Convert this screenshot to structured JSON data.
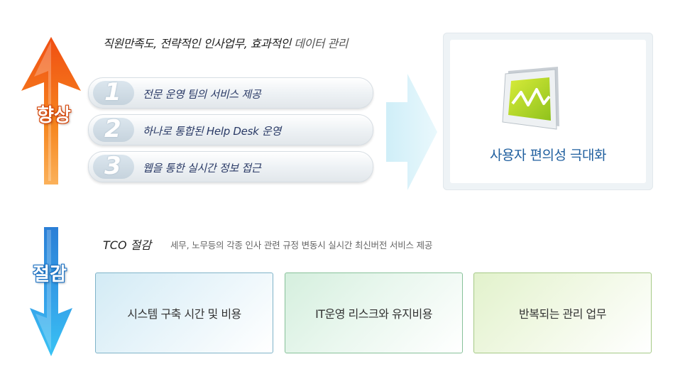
{
  "top": {
    "label": "향상",
    "heading_main": "직원만족도, 전략적인 인사업무, 효과적인",
    "heading_tail": "데이터 관리",
    "items": [
      {
        "num": "1",
        "text": "전문 운영 팀의 서비스 제공"
      },
      {
        "num": "2",
        "text": "하나로 통합된 Help Desk 운영"
      },
      {
        "num": "3",
        "text": "웹을 통한 실시간 정보 접근"
      }
    ],
    "result": "사용자 편의성 극대화"
  },
  "bottom": {
    "label": "절감",
    "heading": "TCO 절감",
    "description": "세무, 노무등의 각종 인사 관련 규정 변동시 실시간 최신버전 서비스 제공",
    "cards": [
      {
        "text": "시스템 구축 시간 및 비용"
      },
      {
        "text": "IT운영 리스크와 유지비용"
      },
      {
        "text": "반복되는 관리 업무"
      }
    ]
  },
  "colors": {
    "up_arrow": "#f26a1b",
    "down_arrow": "#1e90e0",
    "result_text": "#1e5e9e",
    "card1": "#d3ebf5",
    "card2": "#d5efde",
    "card3": "#e2f2cc"
  },
  "icons": {
    "up_arrow": "arrow-up-icon",
    "down_arrow": "arrow-down-icon",
    "chevron": "chevron-right-icon",
    "monitor": "monitor-chart-icon"
  }
}
